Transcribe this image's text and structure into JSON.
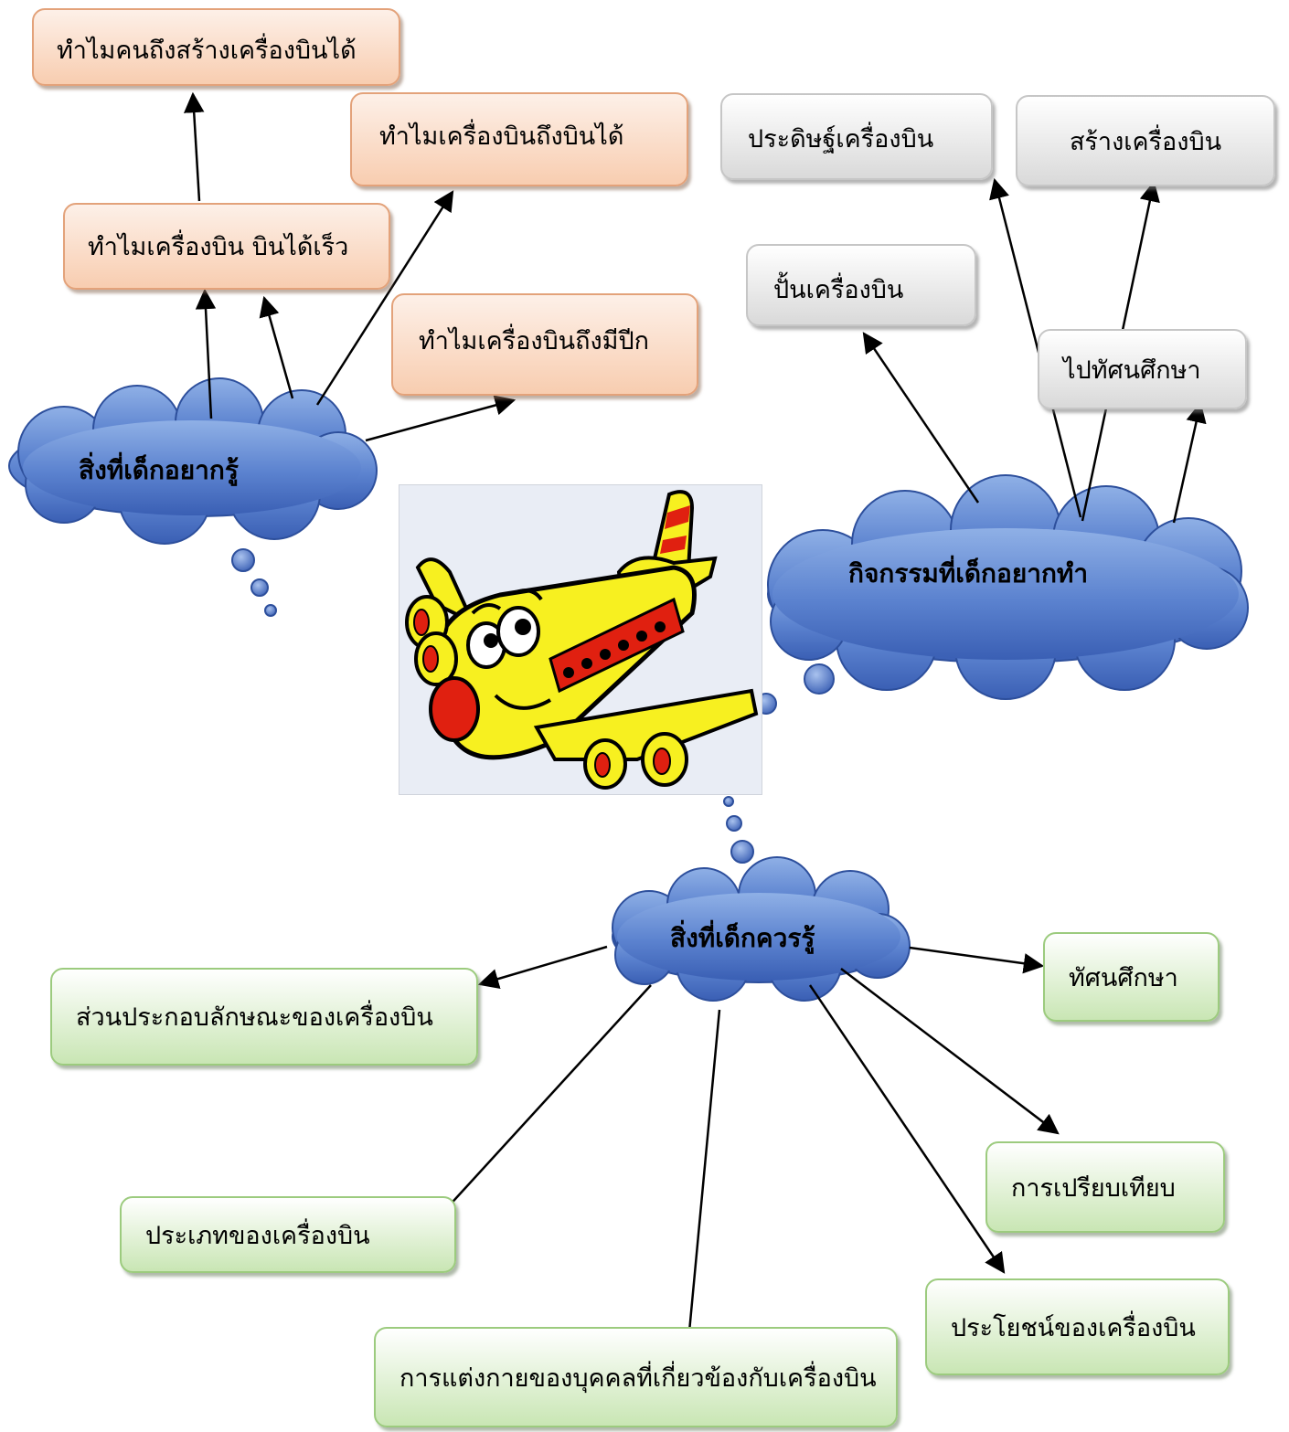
{
  "clouds": {
    "want_to_know": "สิ่งที่เด็กอยากรู้",
    "want_to_do": "กิจกรรมที่เด็กอยากทำ",
    "should_know": "สิ่งที่เด็กควรรู้"
  },
  "questions": {
    "how_people_build": "ทำไมคนถึงสร้างเครื่องบินได้",
    "why_fly": "ทำไมเครื่องบินถึงบินได้",
    "why_fast": "ทำไมเครื่องบิน บินได้เร็ว",
    "why_wings": "ทำไมเครื่องบินถึงมีปีก"
  },
  "activities": {
    "invent": "ประดิษฐ์เครื่องบิน",
    "build": "สร้างเครื่องบิน",
    "mold": "ปั้นเครื่องบิน",
    "field_trip": "ไปทัศนศึกษา"
  },
  "topics": {
    "components": "ส่วนประกอบลักษณะของเครื่องบิน",
    "field_trip": "ทัศนศึกษา",
    "comparison": "การเปรียบเทียบ",
    "types": "ประเภทของเครื่องบิน",
    "benefits": "ประโยชน์ของเครื่องบิน",
    "dress": "การแต่งกายของบุคคลที่เกี่ยวข้องกับเครื่องบิน"
  },
  "colors": {
    "cloud_fill": "#4a72c4",
    "question_box": "#f8cdb0",
    "activity_box": "#d9d9d9",
    "topic_box": "#c9e6b4"
  }
}
